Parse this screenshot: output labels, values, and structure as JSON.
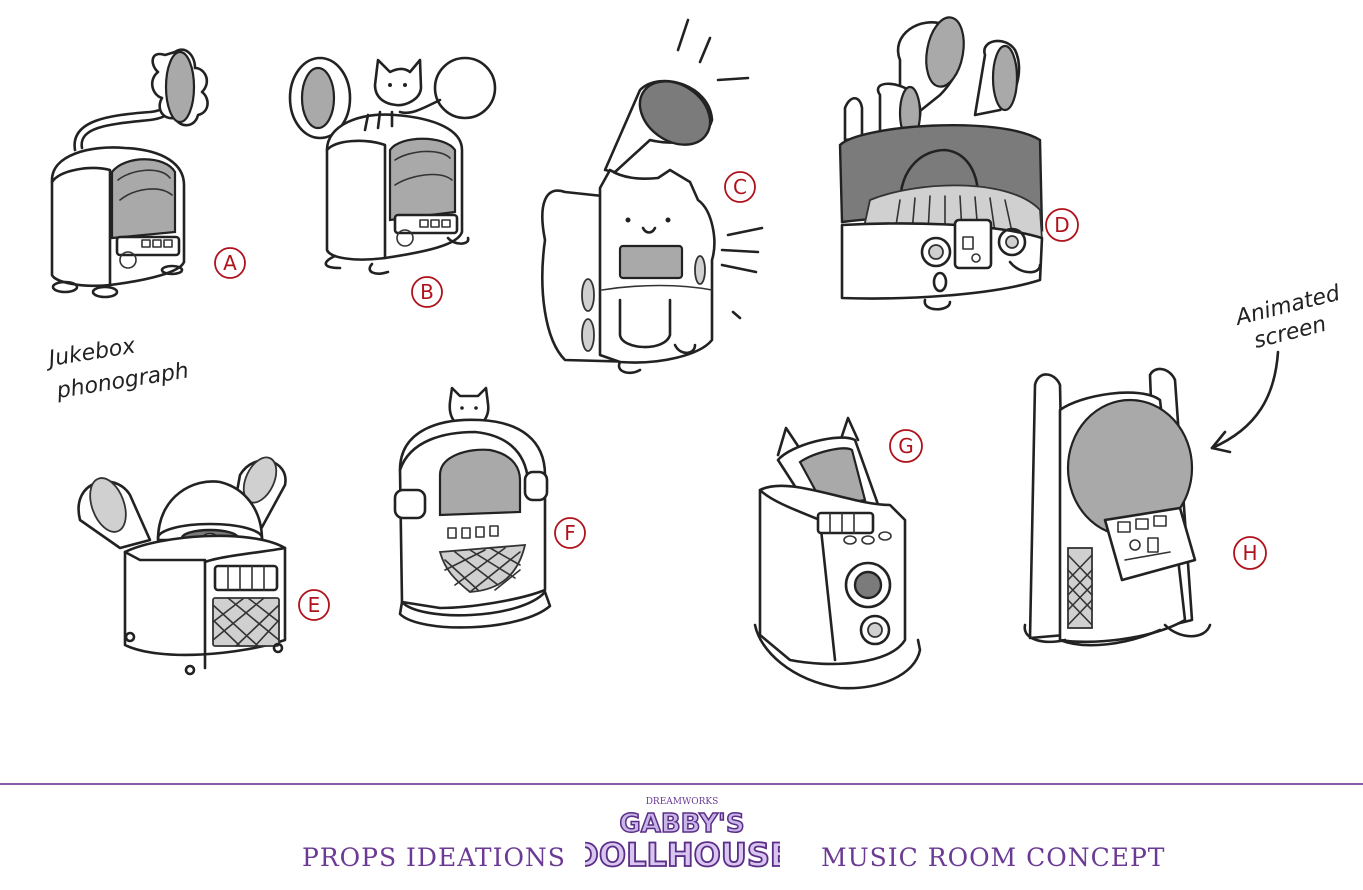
{
  "labels": {
    "a": "A",
    "b": "B",
    "c": "C",
    "d": "D",
    "e": "E",
    "f": "F",
    "g": "G",
    "h": "H"
  },
  "notes": {
    "jukebox_line1": "Jukebox",
    "jukebox_line2": "phonograph",
    "animated_line1": "Animated",
    "animated_line2": "screen"
  },
  "footer": {
    "left_title": "PROPS  IDEATIONS",
    "right_title": "MUSIC ROOM CONCEPT",
    "logo_tag": "DREAMWORKS",
    "logo_line1": "GABBY'S",
    "logo_line2": "DOLLHOUSE"
  },
  "colors": {
    "footer_purple": "#6b3a94",
    "divider": "#8a5aa6",
    "label_red": "#b0121b",
    "ink": "#222222",
    "shade": "#a9a9a9"
  },
  "icons": {
    "logo": "gabbys-dollhouse-logo",
    "arrow": "curved-arrow-icon"
  }
}
